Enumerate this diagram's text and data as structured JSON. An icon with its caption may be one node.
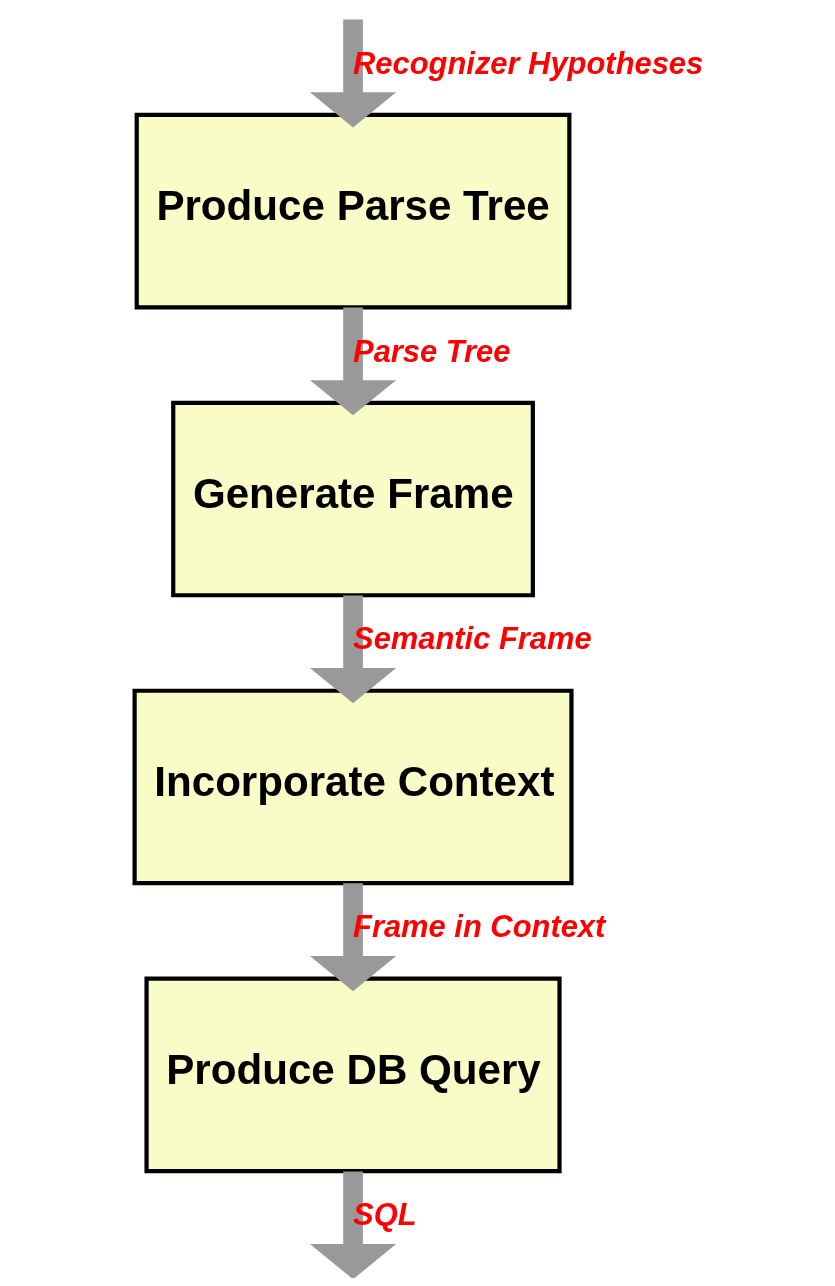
{
  "diagram": {
    "nodes": [
      {
        "text": [
          "Produce Parse Tree"
        ]
      },
      {
        "text": [
          "Generate Frame"
        ]
      },
      {
        "text": [
          "Incorporate Context"
        ]
      },
      {
        "text": [
          "Produce DB Query"
        ]
      }
    ],
    "edges": [
      {
        "from": null,
        "to": 0,
        "arrow": "to",
        "label": "Recognizer Hypotheses"
      },
      {
        "from": 0,
        "to": 1,
        "arrow": "to",
        "label": "Parse Tree"
      },
      {
        "from": 1,
        "to": 2,
        "arrow": "to",
        "label": "Semantic Frame"
      },
      {
        "from": 2,
        "to": 3,
        "arrow": "to",
        "label": "Frame in Context"
      },
      {
        "from": 3,
        "to": null,
        "arrow": "to",
        "label": "SQL"
      }
    ]
  }
}
